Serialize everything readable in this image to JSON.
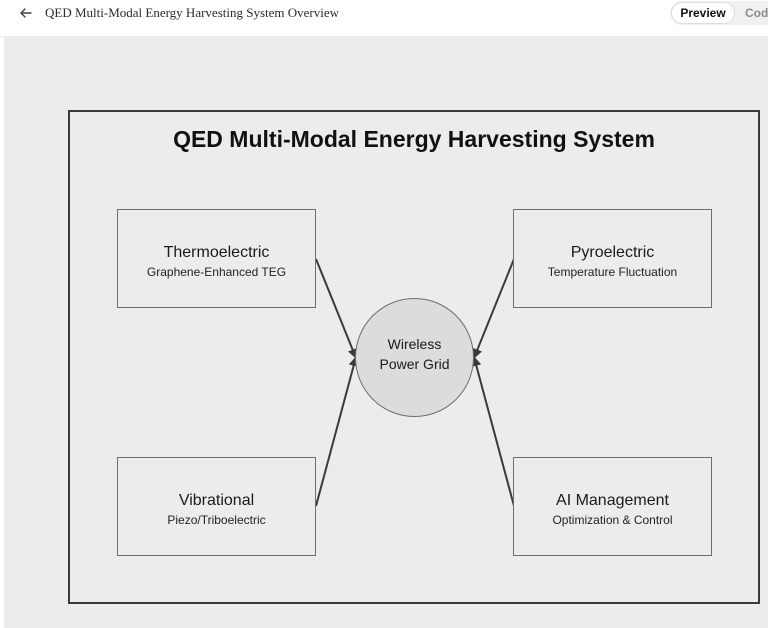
{
  "header": {
    "back_icon": "arrow-left-icon",
    "title": "QED Multi-Modal Energy Harvesting System Overview",
    "tabs": [
      {
        "label": "Preview",
        "active": true
      },
      {
        "label": "Code",
        "active": false
      }
    ]
  },
  "diagram": {
    "title": "QED Multi-Modal Energy Harvesting System",
    "hub": {
      "line1": "Wireless",
      "line2": "Power Grid"
    },
    "nodes": [
      {
        "name": "Thermoelectric",
        "sub": "Graphene-Enhanced TEG"
      },
      {
        "name": "Pyroelectric",
        "sub": "Temperature Fluctuation"
      },
      {
        "name": "Vibrational",
        "sub": "Piezo/Triboelectric"
      },
      {
        "name": "AI Management",
        "sub": "Optimization & Control"
      }
    ],
    "edges": [
      {
        "from": "Thermoelectric",
        "to": "Wireless Power Grid"
      },
      {
        "from": "Pyroelectric",
        "to": "Wireless Power Grid"
      },
      {
        "from": "Vibrational",
        "to": "Wireless Power Grid"
      },
      {
        "from": "AI Management",
        "to": "Wireless Power Grid"
      }
    ],
    "colors": {
      "canvas": "#ececec",
      "hub_fill": "#dcdcdc",
      "stroke": "#3a3a3a"
    }
  }
}
